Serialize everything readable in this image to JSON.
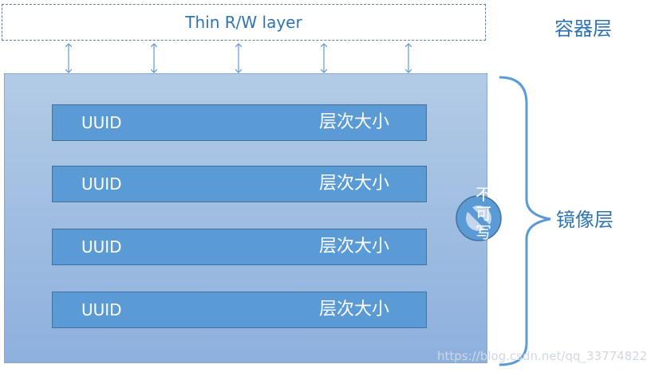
{
  "container_layer": {
    "box_label": "Thin R/W layer",
    "side_label": "容器层"
  },
  "image_layer": {
    "side_label": "镜像层",
    "layers": [
      {
        "id_label": "UUID",
        "size_label": "层次大小"
      },
      {
        "id_label": "UUID",
        "size_label": "层次大小"
      },
      {
        "id_label": "UUID",
        "size_label": "层次大小"
      },
      {
        "id_label": "UUID",
        "size_label": "层次大小"
      }
    ],
    "read_only_chars": [
      "不",
      "可",
      "写"
    ]
  },
  "watermark": "https://blog.csdn.net/qq_33774822",
  "colors": {
    "accent_text": "#2e74b5",
    "layer_fill": "#5b9bd5",
    "layer_border": "#41719c",
    "image_box_top": "#b3cbe6",
    "image_box_bottom": "#8db0dd",
    "arrow": "#5b9bd5"
  }
}
